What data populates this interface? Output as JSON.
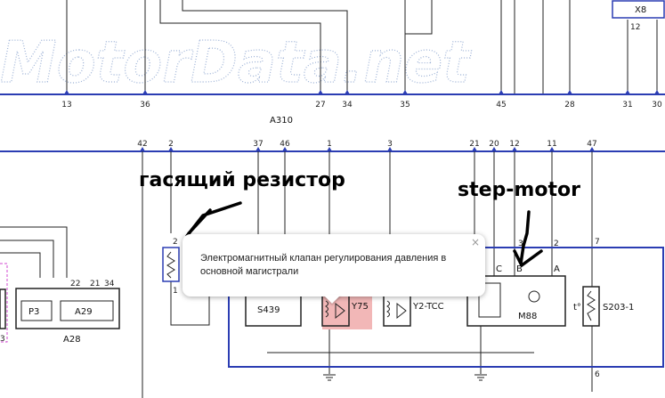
{
  "watermark": "MotorData.net",
  "connectors": {
    "x8": "X8",
    "a310": "A310",
    "a28": "A28",
    "a29": "A29",
    "p3": "P3",
    "s439": "S439",
    "y75": "Y75",
    "y2_tcc": "Y2-TCC",
    "m88": "M88",
    "s203_1": "S203-1"
  },
  "pins": {
    "top_bus": [
      "13",
      "36",
      "27",
      "34",
      "35",
      "45",
      "28",
      "31",
      "30"
    ],
    "x8_pin": "12",
    "a310": [
      "42",
      "2",
      "37",
      "46",
      "1",
      "3",
      "21",
      "20",
      "12",
      "11",
      "47"
    ],
    "resistor": [
      "2",
      "1"
    ],
    "a28": [
      "22",
      "21",
      "34"
    ],
    "m88": [
      "3",
      "2"
    ],
    "m88_letters": [
      "C",
      "B",
      "A"
    ],
    "s203": [
      "7",
      "6"
    ],
    "left_edge": "3"
  },
  "symbols": {
    "t_degree": "t°"
  },
  "annotations": {
    "resistor": "гасящий резистор",
    "step_motor": "step-motor"
  },
  "tooltip": {
    "text": "Электромагнитный клапан регулирования давления в основной магистрали",
    "close": "×"
  },
  "colors": {
    "wire": "#222222",
    "bus": "#2b3db3",
    "highlight": "#f2b7b7",
    "magenta": "#d04ad0",
    "watermark": "#9db2d6"
  }
}
